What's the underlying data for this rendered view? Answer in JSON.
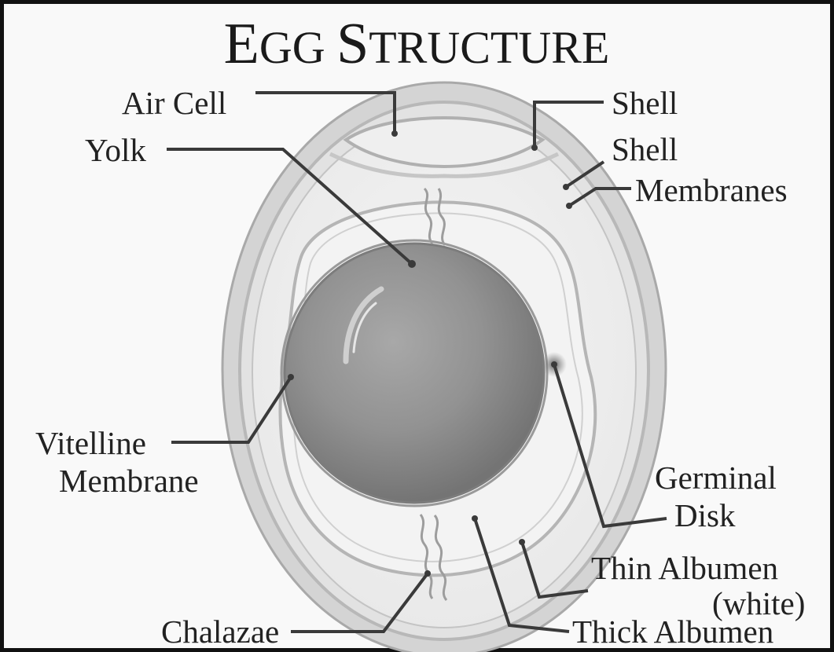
{
  "title": {
    "initial_1": "E",
    "rest_1": "GG",
    "initial_2": "S",
    "rest_2": "TRUCTURE"
  },
  "labels": {
    "air_cell": "Air Cell",
    "yolk": "Yolk",
    "shell": "Shell",
    "shell_membranes_line1": "Shell",
    "shell_membranes_line2": "Membranes",
    "vitelline_line1": "Vitelline",
    "vitelline_line2": "Membrane",
    "germinal_line1": "Germinal",
    "germinal_line2": "Disk",
    "thin_albumen_line1": "Thin Albumen",
    "thin_albumen_line2": "(white)",
    "chalazae": "Chalazae",
    "thick_albumen": "Thick Albumen"
  },
  "colors": {
    "shell": "#d4d4d4",
    "shell_edge": "#a9a9a9",
    "membrane": "#b8b8b8",
    "thin_albumen": "#ececec",
    "thick_albumen": "#f2f2f2",
    "yolk": "#8e8e8e",
    "yolk_dark": "#6f6f6f",
    "leader_line": "#3a3a3a",
    "text": "#222222"
  }
}
